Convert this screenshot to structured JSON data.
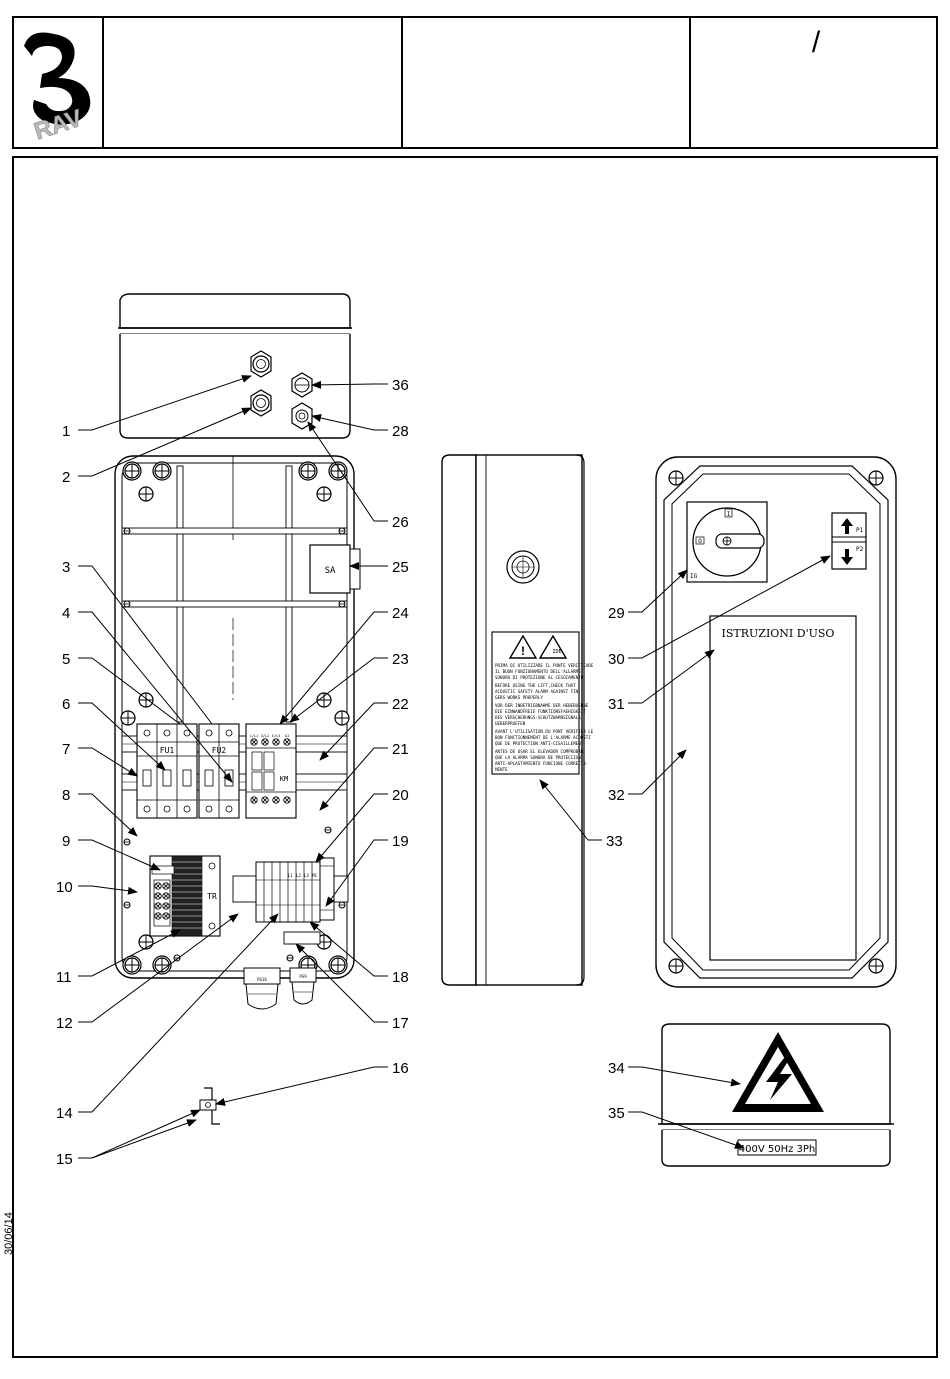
{
  "header": {
    "logo_text": "RAV",
    "col2": "",
    "col3": "",
    "col4": "/"
  },
  "date_code": "30/06/14",
  "labels": {
    "cover_box": "SA",
    "fuse1": "FU1",
    "fuse2": "FU2",
    "contactor": "KM",
    "transformer": "TR",
    "switch_position": "IG",
    "switch_on": "I",
    "switch_off": "O",
    "pushbutton_up": "P1",
    "pushbutton_down": "P2",
    "instructions_title": "ISTRUZIONI D'USO",
    "voltage_plate": "400V 50Hz 3Ph",
    "warning_side": "IDE"
  },
  "warning_note_lines": [
    "PRIMA DI UTILIZZARE IL PONTE VERIFICARE",
    "IL BUON FUNZIONAMENTO DELL'ALLARME",
    "SONORO DI PROTEZIONE AL CESOIAMENTO",
    "BEFORE USING THE LIFT,CHECK THAT",
    "ACOUSTIC SAFETY ALARM AGAINST FIN-",
    "GERS WORKS PROPERLY",
    "VOR DER INBETRIEBNAHME DER HEBEBUEHNE",
    "DIE EINWANDFREIE FUNKTIONSFAEHIGKEIT",
    "DES VERSCHERUNGS-SCHUTZWARNSIGNALS",
    "UEBERPRUEFEN",
    "AVANT L'UTILISATION DU PONT VERIFIER LE",
    "BON FONCTIONNEMENT DE L'ALARME ACOUSTI",
    "QUE DE PROTECTION ANTI-CISAILLEMENT",
    "ANTES DE USAR EL ELEVADOR COMPROBAR",
    "QUE LA ALARMA SONORA DE PROTECCION",
    "ANTI-APLASTAMIENTO FUNCIONE CORRECTA-",
    "MENTE"
  ],
  "terminal_labels": [
    "L1",
    "L2",
    "L3",
    "PE"
  ],
  "callouts": [
    "1",
    "2",
    "3",
    "4",
    "5",
    "6",
    "7",
    "8",
    "9",
    "10",
    "11",
    "12",
    "14",
    "15",
    "16",
    "17",
    "18",
    "19",
    "20",
    "21",
    "22",
    "23",
    "24",
    "25",
    "26",
    "28",
    "29",
    "30",
    "31",
    "32",
    "33",
    "34",
    "35",
    "36"
  ],
  "gland_labels": [
    "PG16",
    "PG9"
  ]
}
